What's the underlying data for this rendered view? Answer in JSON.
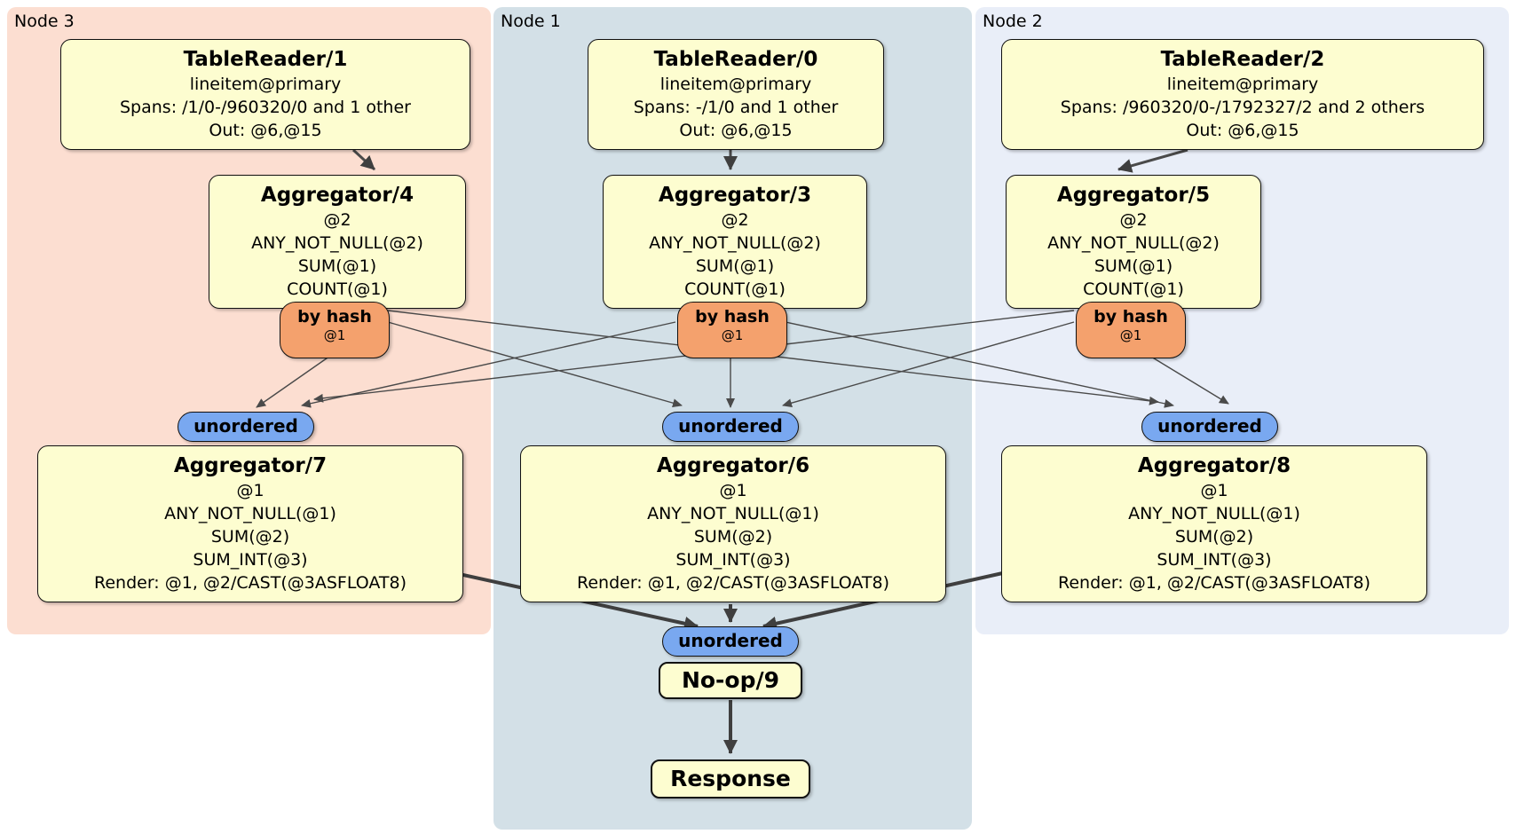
{
  "regions": [
    {
      "label": "Node 3"
    },
    {
      "label": "Node 1"
    },
    {
      "label": "Node 2"
    }
  ],
  "boxes": {
    "tr1": {
      "title": "TableReader/1",
      "lines": [
        "lineitem@primary",
        "Spans: /1/0-/960320/0 and 1 other",
        "Out: @6,@15"
      ]
    },
    "tr0": {
      "title": "TableReader/0",
      "lines": [
        "lineitem@primary",
        "Spans: -/1/0 and 1 other",
        "Out: @6,@15"
      ]
    },
    "tr2": {
      "title": "TableReader/2",
      "lines": [
        "lineitem@primary",
        "Spans: /960320/0-/1792327/2 and 2 others",
        "Out: @6,@15"
      ]
    },
    "agg4": {
      "title": "Aggregator/4",
      "lines": [
        "@2",
        "ANY_NOT_NULL(@2)",
        "SUM(@1)",
        "COUNT(@1)"
      ]
    },
    "agg3": {
      "title": "Aggregator/3",
      "lines": [
        "@2",
        "ANY_NOT_NULL(@2)",
        "SUM(@1)",
        "COUNT(@1)"
      ]
    },
    "agg5": {
      "title": "Aggregator/5",
      "lines": [
        "@2",
        "ANY_NOT_NULL(@2)",
        "SUM(@1)",
        "COUNT(@1)"
      ]
    },
    "agg7": {
      "title": "Aggregator/7",
      "lines": [
        "@1",
        "ANY_NOT_NULL(@1)",
        "SUM(@2)",
        "SUM_INT(@3)",
        "Render: @1, @2/CAST(@3ASFLOAT8)"
      ]
    },
    "agg6": {
      "title": "Aggregator/6",
      "lines": [
        "@1",
        "ANY_NOT_NULL(@1)",
        "SUM(@2)",
        "SUM_INT(@3)",
        "Render: @1, @2/CAST(@3ASFLOAT8)"
      ]
    },
    "agg8": {
      "title": "Aggregator/8",
      "lines": [
        "@1",
        "ANY_NOT_NULL(@1)",
        "SUM(@2)",
        "SUM_INT(@3)",
        "Render: @1, @2/CAST(@3ASFLOAT8)"
      ]
    },
    "noop": {
      "title": "No-op/9"
    },
    "response": {
      "title": "Response"
    }
  },
  "routers": [
    {
      "label": "by hash",
      "detail": "@1"
    },
    {
      "label": "by hash",
      "detail": "@1"
    },
    {
      "label": "by hash",
      "detail": "@1"
    }
  ],
  "streams": [
    {
      "label": "unordered"
    },
    {
      "label": "unordered"
    },
    {
      "label": "unordered"
    },
    {
      "label": "unordered"
    }
  ],
  "colors": {
    "node3_bg": "#fcded1",
    "node1_bg": "#d3e0e7",
    "node2_bg": "#e9eef8",
    "processor_bg": "#fdfdd0",
    "router_bg": "#f4a16d",
    "stream_bg": "#79a8f0",
    "edge": "#4a4a4a"
  }
}
